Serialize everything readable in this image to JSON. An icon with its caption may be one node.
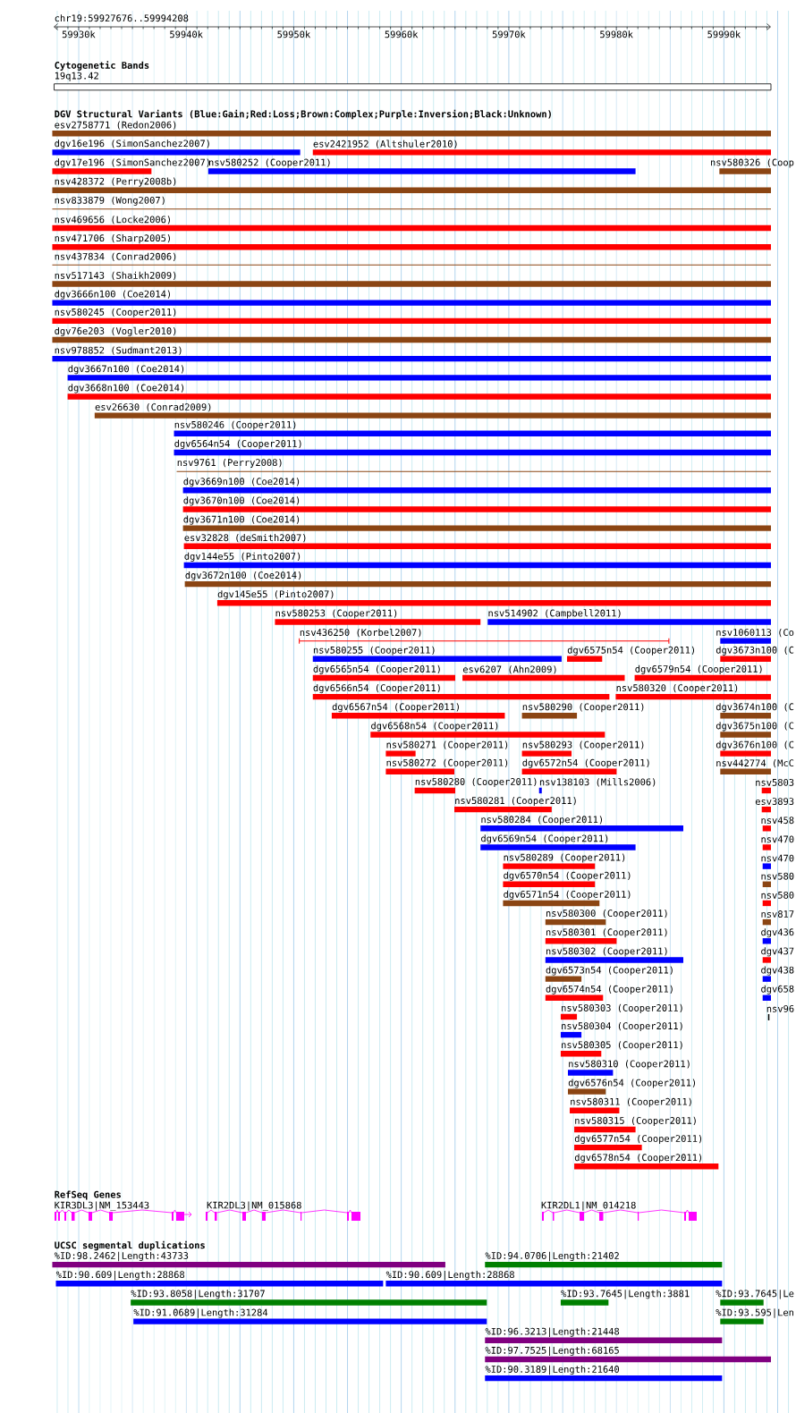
{
  "diagram": {
    "labels": [
      "chr19:59927676..59994208",
      "59930k",
      "59940k",
      "59950k",
      "59960k",
      "59970k",
      "59980k",
      "59990k",
      "Cytogenetic Bands",
      "19q13.42",
      "DGV Structural Variants (Blue:Gain;Red:Loss;Brown:Complex;Purple:Inversion;Black:Unknown)",
      "esv2758771 (Redon2006)",
      "dgv16e196 (SimonSanchez2007)",
      "esv2421952 (Altshuler2010)",
      "dgv17e196 (SimonSanchez2007)",
      "nsv580252 (Cooper2011)",
      "nsv580326 (Coop",
      "nsv428372 (Perry2008b)",
      "nsv833879 (Wong2007)",
      "nsv469656 (Locke2006)",
      "nsv471706 (Sharp2005)",
      "nsv437834 (Conrad2006)",
      "nsv517143 (Shaikh2009)",
      "dgv3666n100 (Coe2014)",
      "nsv580245 (Cooper2011)",
      "dgv76e203 (Vogler2010)",
      "nsv978852 (Sudmant2013)",
      "dgv3667n100 (Coe2014)",
      "dgv3668n100 (Coe2014)",
      "esv26630 (Conrad2009)",
      "nsv580246 (Cooper2011)",
      "dgv6564n54 (Cooper2011)",
      "nsv9761 (Perry2008)",
      "dgv3669n100 (Coe2014)",
      "dgv3670n100 (Coe2014)",
      "dgv3671n100 (Coe2014)",
      "esv32828 (deSmith2007)",
      "dgv144e55 (Pinto2007)",
      "dgv3672n100 (Coe2014)",
      "dgv145e55 (Pinto2007)",
      "nsv580253 (Cooper2011)",
      "nsv514902 (Campbell2011)",
      "nsv436250 (Korbel2007)",
      "nsv1060113 (Co",
      "nsv580255 (Cooper2011)",
      "dgv6575n54 (Cooper2011)",
      "dgv3673n100 (C",
      "dgv6565n54 (Cooper2011)",
      "esv6207 (Ahn2009)",
      "dgv6579n54 (Cooper2011)",
      "dgv6566n54 (Cooper2011)",
      "nsv580320 (Cooper2011)",
      "dgv6567n54 (Cooper2011)",
      "nsv580290 (Cooper2011)",
      "dgv3674n100 (C",
      "dgv6568n54 (Cooper2011)",
      "dgv3675n100 (C",
      "nsv580271 (Cooper2011)",
      "nsv580293 (Cooper2011)",
      "dgv3676n100 (C",
      "nsv580272 (Cooper2011)",
      "dgv6572n54 (Cooper2011)",
      "nsv442774 (McC",
      "nsv580280 (Cooper2011)",
      "nsv138103 (Mills2006)",
      "nsv5803",
      "nsv580281 (Cooper2011)",
      "esv3893",
      "nsv580284 (Cooper2011)",
      "nsv458",
      "dgv6569n54 (Cooper2011)",
      "nsv470",
      "nsv580289 (Cooper2011)",
      "nsv470",
      "dgv6570n54 (Cooper2011)",
      "nsv580",
      "dgv6571n54 (Cooper2011)",
      "nsv580",
      "nsv580300 (Cooper2011)",
      "nsv817",
      "nsv580301 (Cooper2011)",
      "dgv436",
      "nsv580302 (Cooper2011)",
      "dgv437",
      "dgv6573n54 (Cooper2011)",
      "dgv438",
      "dgv6574n54 (Cooper2011)",
      "dgv658",
      "nsv580303 (Cooper2011)",
      "nsv96",
      "nsv580304 (Cooper2011)",
      "nsv580305 (Cooper2011)",
      "nsv580310 (Cooper2011)",
      "dgv6576n54 (Cooper2011)",
      "nsv580311 (Cooper2011)",
      "nsv580315 (Cooper2011)",
      "dgv6577n54 (Cooper2011)",
      "dgv6578n54 (Cooper2011)",
      "RefSeq Genes",
      "KIR3DL3|NM_153443",
      "KIR2DL3|NM_015868",
      "KIR2DL1|NM_014218",
      "UCSC segmental duplications",
      "%ID:98.2462|Length:43733",
      "%ID:94.0706|Length:21402",
      "%ID:90.609|Length:28868",
      "%ID:90.609|Length:28868",
      "%ID:93.8058|Length:31707",
      "%ID:93.7645|Length:3881",
      "%ID:93.7645|Le",
      "%ID:91.0689|Length:31284",
      "%ID:93.595|Len",
      "%ID:96.3213|Length:21448",
      "%ID:97.7525|Length:68165",
      "%ID:90.3189|Length:21640"
    ]
  }
}
